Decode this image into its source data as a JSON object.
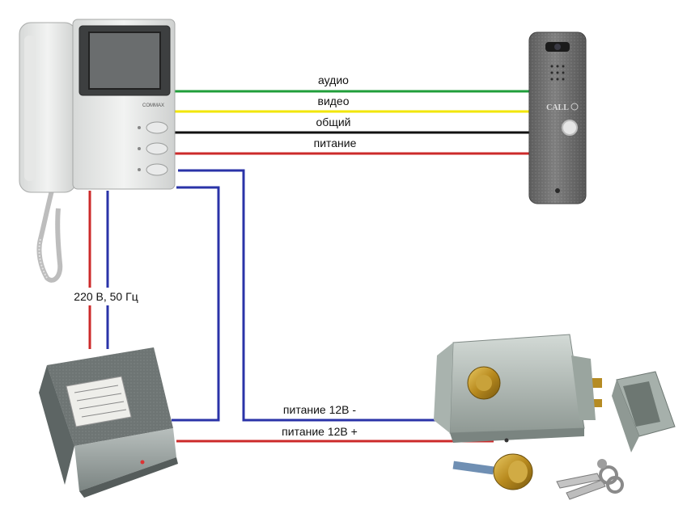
{
  "wires": {
    "audio": "аудио",
    "video": "видео",
    "common": "общий",
    "power": "питание",
    "mains": "220 В, 50 Гц",
    "power_minus": "питание 12В -",
    "power_plus": "питание 12В +"
  },
  "devices": {
    "monitor_brand": "COMMAX",
    "panel_button_text": "CALL"
  },
  "colors": {
    "green": "#1f9e3a",
    "yellow": "#f2e600",
    "black": "#111111",
    "red": "#cc2a2a",
    "blue": "#2a33a8"
  }
}
